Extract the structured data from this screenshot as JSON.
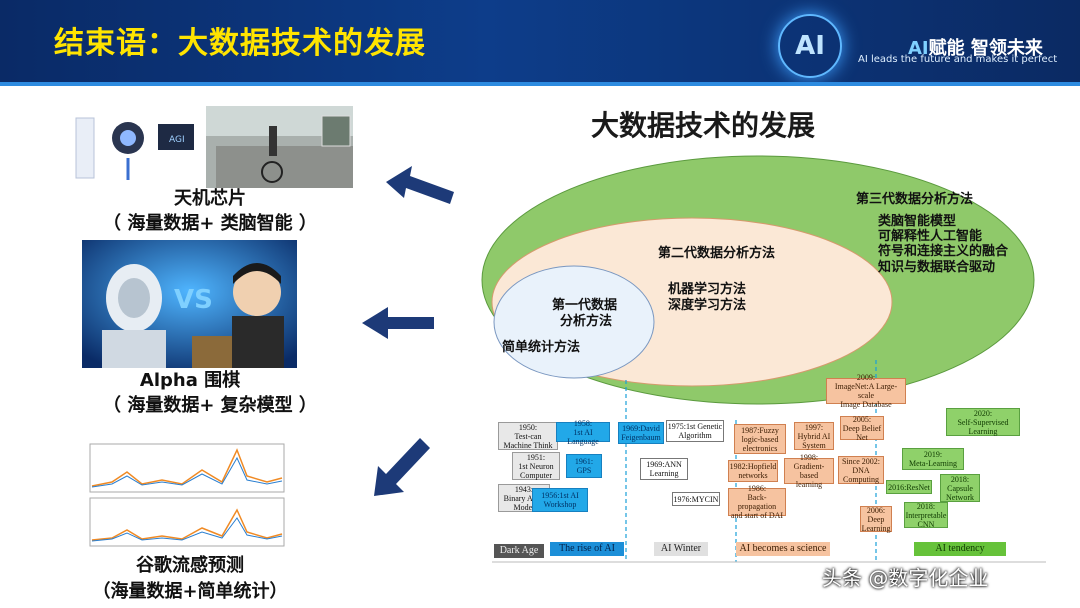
{
  "header": {
    "title": "结束语：大数据技术的发展",
    "logo_text": "AI",
    "brand_ai": "AI",
    "brand_rest": "赋能 智领未来",
    "slogan": "AI leads the future and makes it perfect"
  },
  "left": {
    "item1": {
      "title": "天机芯片",
      "subtitle": "（ 海量数据+ 类脑智能 ）",
      "agi": "AGI"
    },
    "item2": {
      "title": "Alpha 围棋",
      "subtitle": "（ 海量数据+ 复杂模型 ）",
      "vs": "VS"
    },
    "item3": {
      "title": "谷歌流感预测",
      "subtitle": "（海量数据+简单统计）"
    }
  },
  "diagram": {
    "title": "大数据技术的发展",
    "gen3_title": "第三代数据分析方法",
    "gen3_items": [
      "类脑智能模型",
      "可解释性人工智能",
      "符号和连接主义的融合",
      "知识与数据联合驱动"
    ],
    "gen2_title": "第二代数据分析方法",
    "gen2_items": [
      "机器学习方法",
      "深度学习方法"
    ],
    "gen1_title_line1": "第一代数据",
    "gen1_title_line2": "分析方法",
    "gen0_title": "简单统计方法"
  },
  "timeline": {
    "boxes": [
      {
        "id": "b1950",
        "text": "1950:\nTest-can\nMachine Think"
      },
      {
        "id": "b1951",
        "text": "1951:\n1st Neuron\nComputer"
      },
      {
        "id": "b1943",
        "text": "1943:\nBinary ANN\nModel"
      },
      {
        "id": "b1958",
        "text": "1958:\n1st AI Language"
      },
      {
        "id": "b1961",
        "text": "1961:\nGPS"
      },
      {
        "id": "b1956",
        "text": "1956:1st AI\nWorkshop"
      },
      {
        "id": "b1969a",
        "text": "1969:David\nFeigenbaum"
      },
      {
        "id": "b1975",
        "text": "1975:1st Genetic\nAlgorithm"
      },
      {
        "id": "b1969b",
        "text": "1969:ANN\nLearning"
      },
      {
        "id": "b1976",
        "text": "1976:MYCIN"
      },
      {
        "id": "b1987",
        "text": "1987:Fuzzy\nlogic-based\nelectronics"
      },
      {
        "id": "b1982",
        "text": "1982:Hopfield\nnetworks"
      },
      {
        "id": "b1986",
        "text": "1986:\nBack-propagation\nand start of DAI"
      },
      {
        "id": "b1997",
        "text": "1997:\nHybrid AI\nSystem"
      },
      {
        "id": "b1998",
        "text": "1998:\nGradient-based\nlearning"
      },
      {
        "id": "b2009",
        "text": "2009:\nImageNet:A Large-scale\nImage Database"
      },
      {
        "id": "b2005",
        "text": "2005:\nDeep Belief\nNet"
      },
      {
        "id": "b2002",
        "text": "Since 2002:\nDNA\nComputing"
      },
      {
        "id": "b2006",
        "text": "2006:\nDeep\nLearning"
      },
      {
        "id": "b2020",
        "text": "2020:\nSelf-Supervised\nLearning"
      },
      {
        "id": "b2019",
        "text": "2019:\nMeta-Learning"
      },
      {
        "id": "b2016",
        "text": "2016:ResNet"
      },
      {
        "id": "b2018a",
        "text": "2018:\nCapsule\nNetwork"
      },
      {
        "id": "b2018b",
        "text": "2018:\nInterpretable\nCNN"
      }
    ],
    "eras": [
      "Dark Age",
      "The rise of AI",
      "AI Winter",
      "AI becomes a science",
      "AI tendency"
    ]
  },
  "watermark": "头条 @数字化企业",
  "colors": {
    "title": "#ffe400",
    "arrow": "#1d3a78",
    "outer_ellipse": "#8fc96a",
    "mid_ellipse": "#fbe8d6",
    "inner_ellipse": "#e9f2fb"
  }
}
